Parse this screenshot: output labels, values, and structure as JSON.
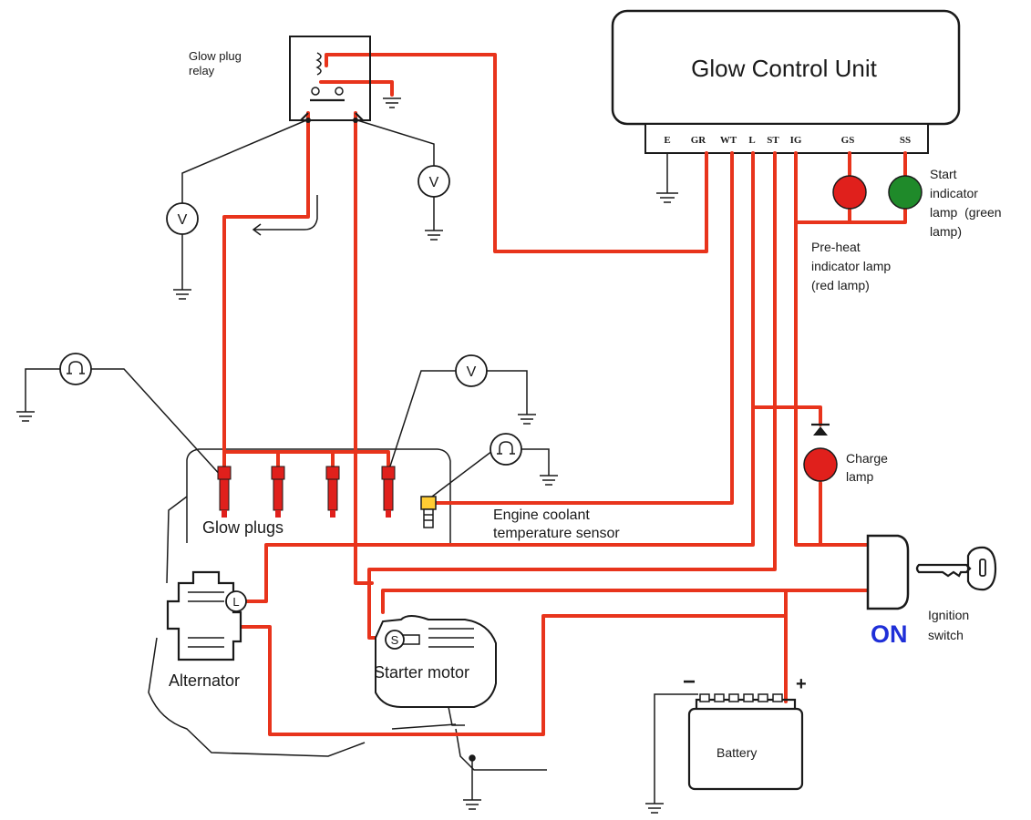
{
  "control_unit": {
    "title": "Glow Control Unit",
    "terminals": [
      "E",
      "GR",
      "WT",
      "L",
      "ST",
      "IG",
      "GS",
      "SS"
    ]
  },
  "labels": {
    "relay": [
      "Glow plug",
      "relay"
    ],
    "start_lamp": [
      "Start",
      "indicator",
      "lamp  (green",
      "lamp)"
    ],
    "preheat_lamp": [
      "Pre-heat",
      "indicator lamp",
      "(red lamp)"
    ],
    "charge_lamp": [
      "Charge",
      "lamp"
    ],
    "glow_plugs": "Glow plugs",
    "coolant_sensor": [
      "Engine coolant",
      "temperature sensor"
    ],
    "ignition_switch": [
      "Ignition",
      "switch"
    ],
    "on": "ON",
    "alternator": "Alternator",
    "starter": "Starter motor",
    "battery": "Battery",
    "battery_minus": "−",
    "battery_plus": "+",
    "alternator_terminal": "L",
    "starter_terminal": "S",
    "voltmeter_symbol": "V"
  },
  "colors": {
    "wire": "#e8341c",
    "preheat_lamp": "#e0201c",
    "start_lamp": "#1f8a2a",
    "charge_lamp": "#e0201c",
    "glow_plug": "#e0201c",
    "on_label": "#1f2fd8"
  },
  "icons": [
    "voltmeter-icon",
    "ohmmeter-icon",
    "ground-icon",
    "key-icon",
    "diode-icon",
    "relay-coil-icon"
  ]
}
